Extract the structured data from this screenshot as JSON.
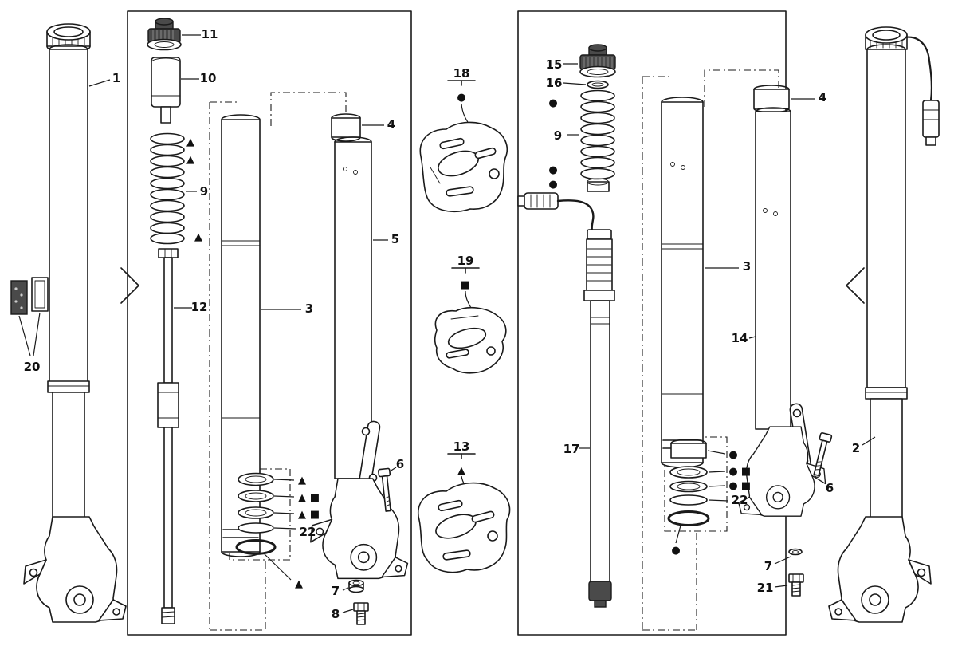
{
  "diagram": {
    "colors": {
      "ink": "#1a1a1a",
      "paper": "#ffffff",
      "dark_fill": "#4a4a4a"
    },
    "symbols": {
      "triangle": "▲",
      "square": "■",
      "circle": "●"
    },
    "callouts": {
      "n1": "1",
      "n2": "2",
      "n3": "3",
      "n4": "4",
      "n5": "5",
      "n6": "6",
      "n7": "7",
      "n8": "8",
      "n9": "9",
      "n10": "10",
      "n11": "11",
      "n12": "12",
      "n13": "13",
      "n14": "14",
      "n15": "15",
      "n16": "16",
      "n17": "17",
      "n18": "18",
      "n19": "19",
      "n20": "20",
      "n21": "21",
      "n22": "22"
    }
  }
}
